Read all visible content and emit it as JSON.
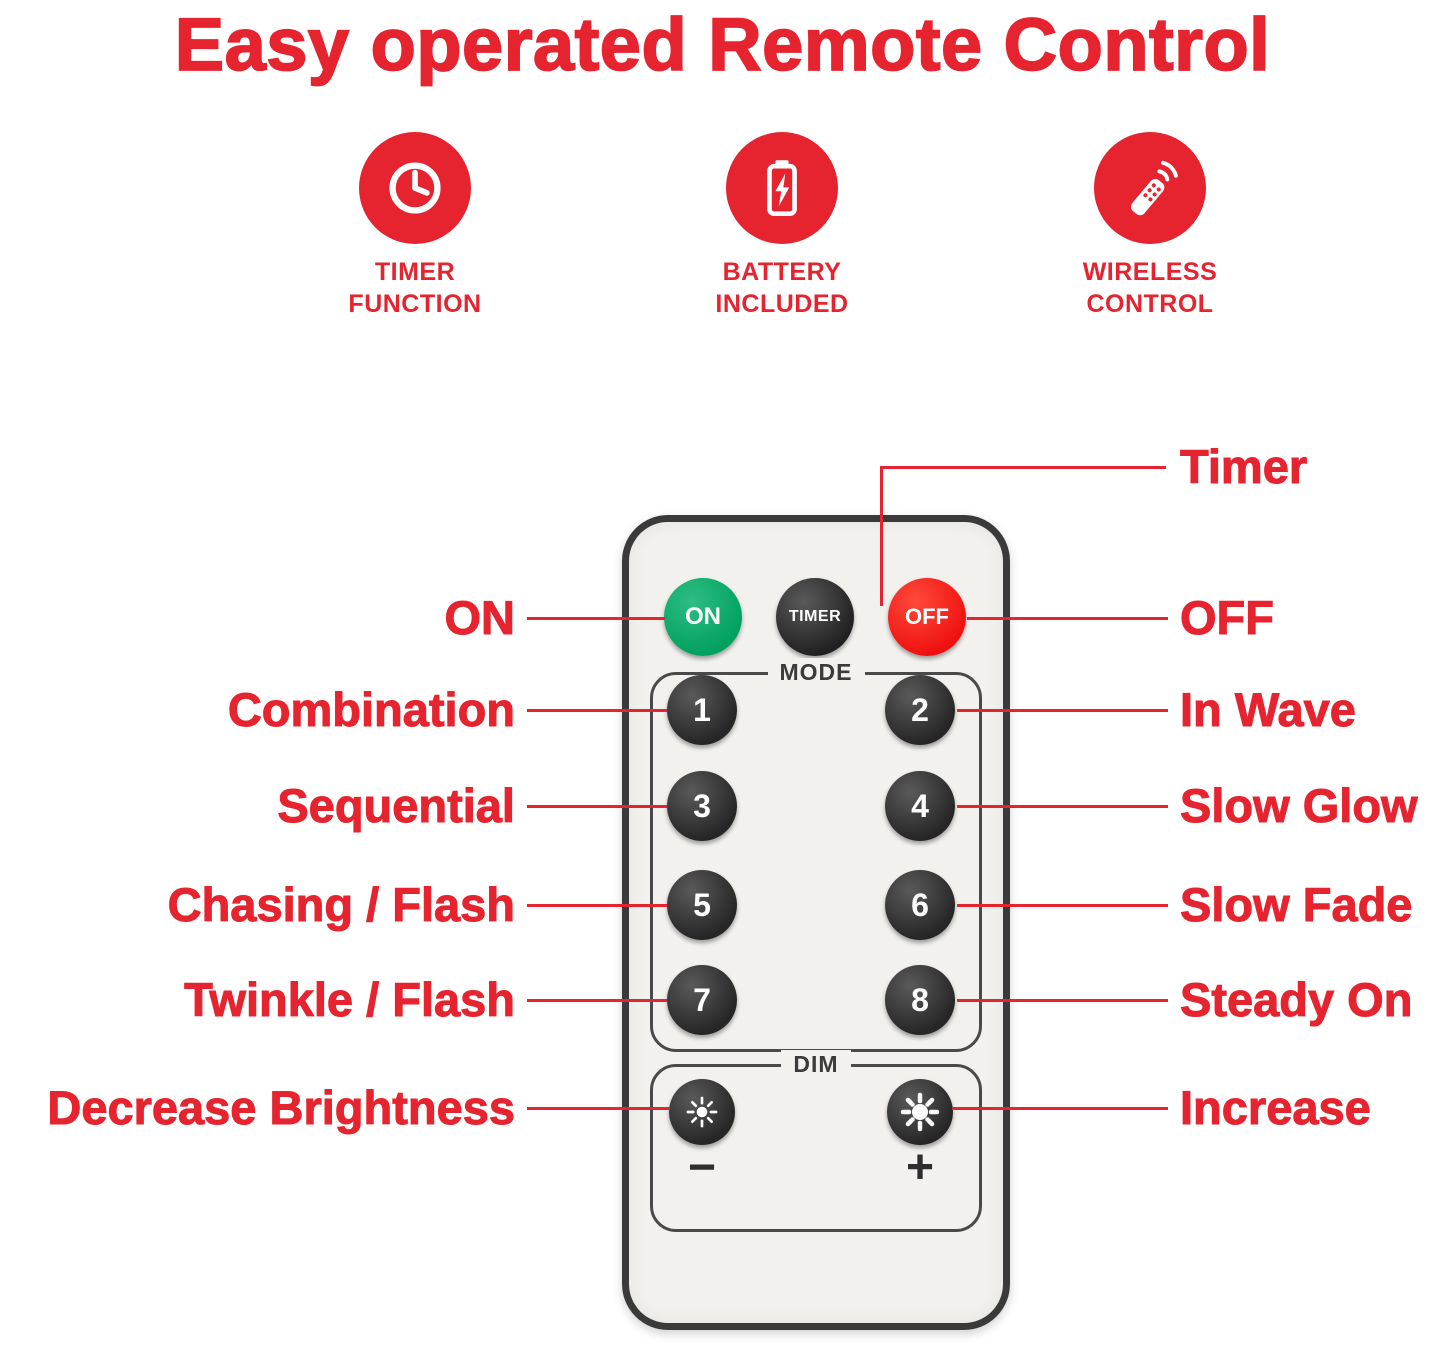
{
  "accent": "#e5242f",
  "title": "Easy operated Remote Control",
  "features": [
    {
      "line1": "TIMER",
      "line2": "FUNCTION"
    },
    {
      "line1": "BATTERY",
      "line2": "INCLUDED"
    },
    {
      "line1": "WIRELESS",
      "line2": "CONTROL"
    }
  ],
  "remote": {
    "on_label": "ON",
    "timer_label": "TIMER",
    "off_label": "OFF",
    "mode_label": "MODE",
    "mode_buttons": [
      "1",
      "2",
      "3",
      "4",
      "5",
      "6",
      "7",
      "8"
    ],
    "dim_label": "DIM",
    "dim_minus": "−",
    "dim_plus": "+",
    "colors": {
      "on_button": "#00a05e",
      "timer_button": "#1f1f1f",
      "off_button": "#ee0f0f",
      "body": "#f2f1ee"
    }
  },
  "callouts": {
    "timer": "Timer",
    "on": "ON",
    "off": "OFF",
    "combination": "Combination",
    "in_wave": "In Wave",
    "sequential": "Sequential",
    "slow_glow": "Slow Glow",
    "chasing_flash": "Chasing / Flash",
    "slow_fade": "Slow Fade",
    "twinkle_flash": "Twinkle / Flash",
    "steady_on": "Steady On",
    "decrease_brightness": "Decrease Brightness",
    "increase": "Increase"
  }
}
